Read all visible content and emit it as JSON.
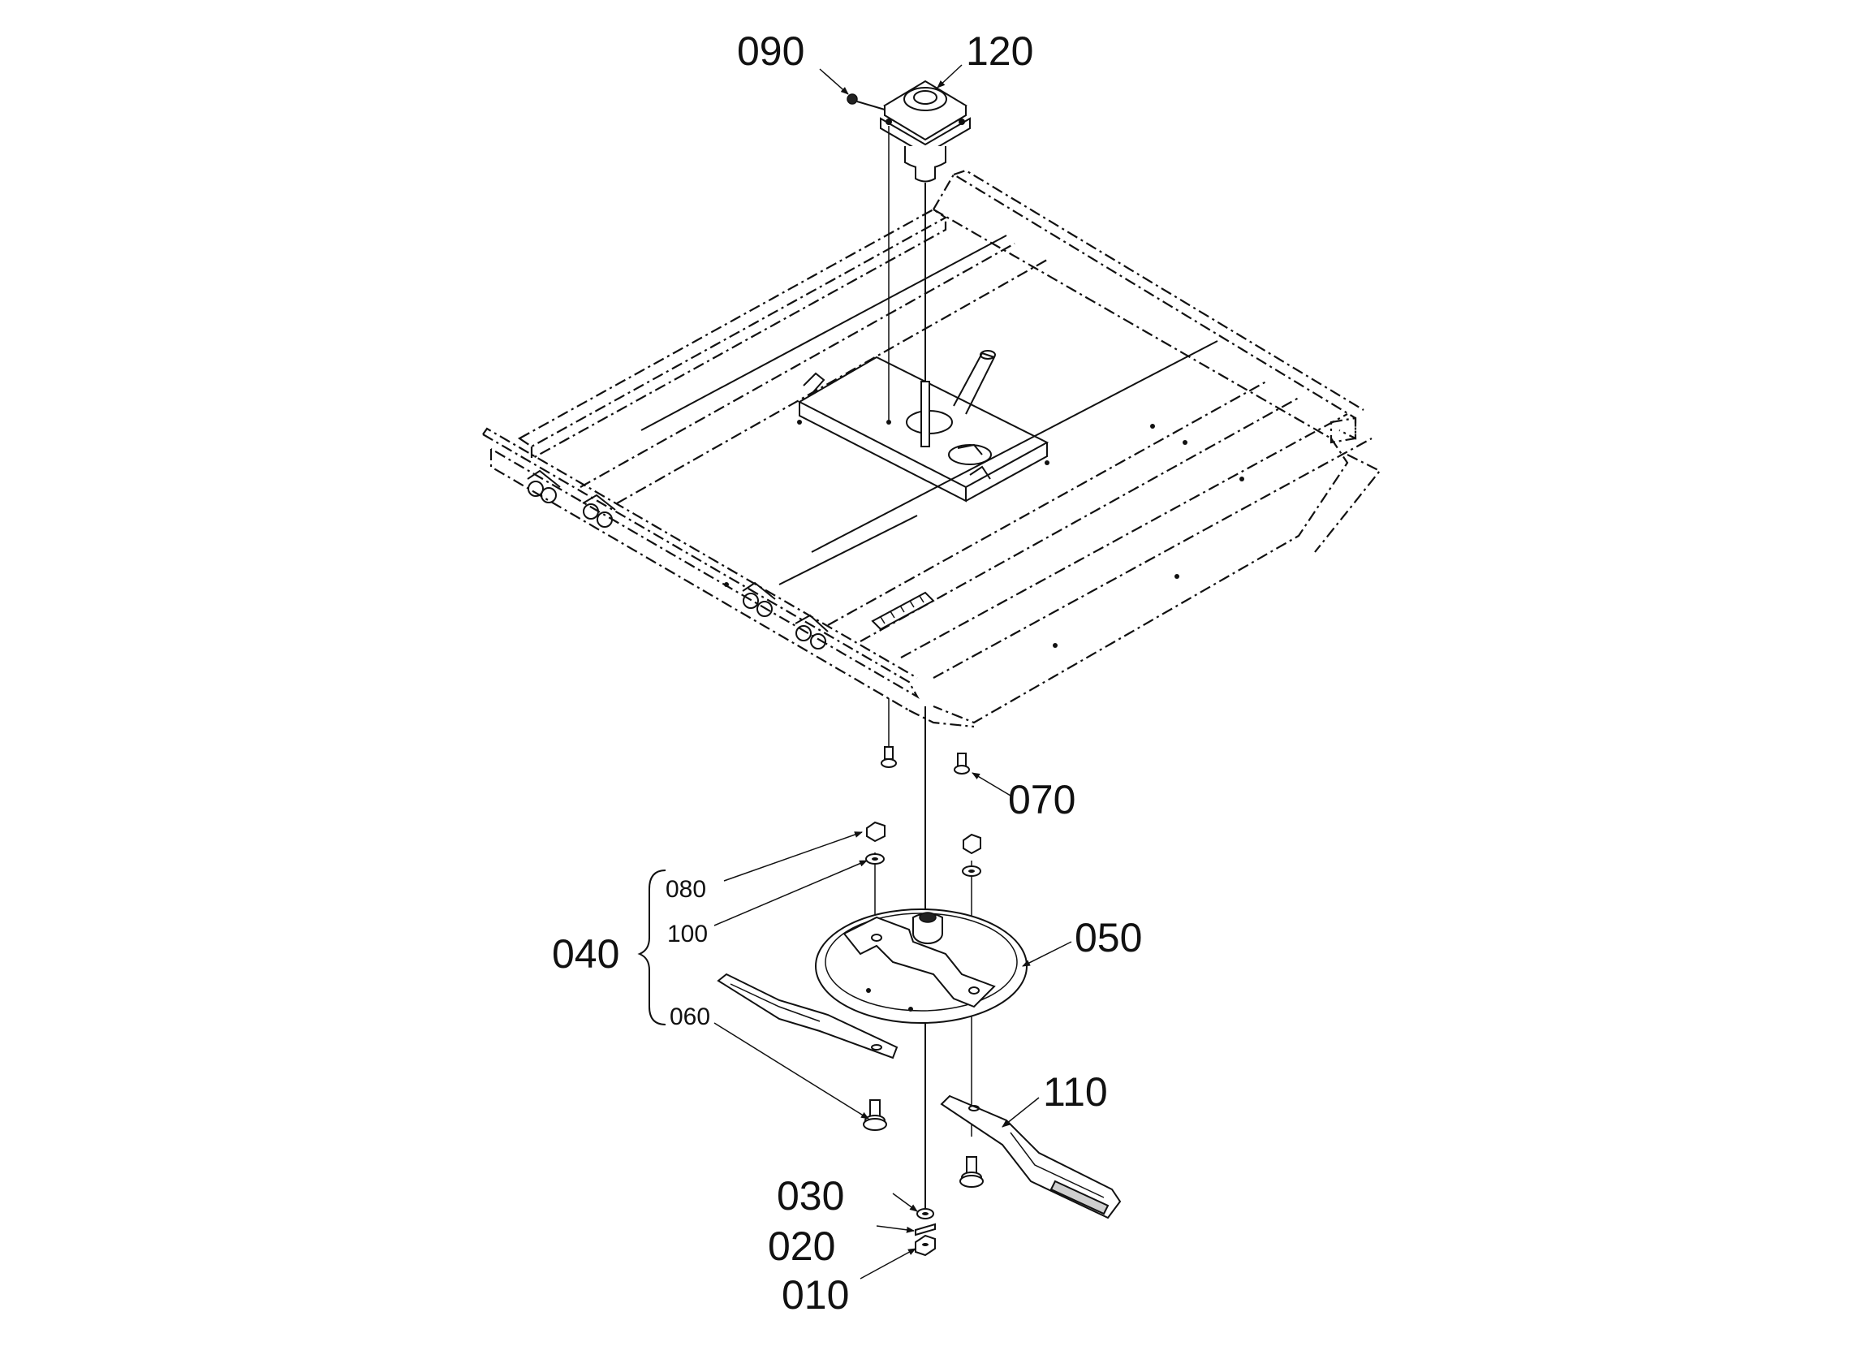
{
  "callouts": {
    "c090": "090",
    "c120": "120",
    "c070": "070",
    "c080": "080",
    "c100": "100",
    "c040": "040",
    "c050": "050",
    "c060": "060",
    "c110": "110",
    "c030": "030",
    "c020": "020",
    "c010": "010"
  },
  "parts": [
    {
      "id": "010",
      "name": "nut"
    },
    {
      "id": "020",
      "name": "washer"
    },
    {
      "id": "030",
      "name": "washer"
    },
    {
      "id": "040",
      "name": "blade holder assembly"
    },
    {
      "id": "050",
      "name": "blade holder disc"
    },
    {
      "id": "060",
      "name": "bolt"
    },
    {
      "id": "070",
      "name": "bolt"
    },
    {
      "id": "080",
      "name": "nut"
    },
    {
      "id": "090",
      "name": "grease nipple"
    },
    {
      "id": "100",
      "name": "washer"
    },
    {
      "id": "110",
      "name": "blade"
    },
    {
      "id": "120",
      "name": "gearbox bearing"
    }
  ]
}
